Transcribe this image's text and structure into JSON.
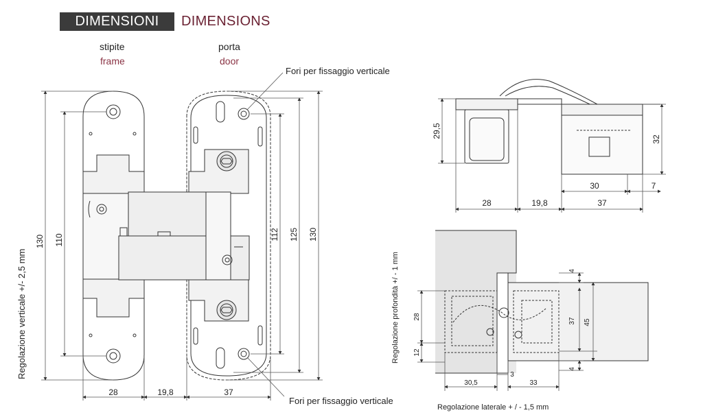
{
  "header": {
    "title_it": "DIMENSIONI",
    "title_en": "DIMENSIONS"
  },
  "columns": {
    "frame_it": "stipite",
    "frame_en": "frame",
    "door_it": "porta",
    "door_en": "door"
  },
  "callouts": {
    "top": "Fori per fissaggio verticale",
    "bottom": "Fori per fissaggio verticale"
  },
  "front_view": {
    "vertical_adjust": "Regolazione verticale +/- 2,5 mm",
    "dims": {
      "h130_left": "130",
      "h110": "110",
      "h112": "112",
      "h125": "125",
      "h130_right": "130",
      "w28": "28",
      "w19_8": "19,8",
      "w37": "37"
    }
  },
  "top_view": {
    "dims": {
      "h29_5": "29,5",
      "h32": "32",
      "w30": "30",
      "w7": "7",
      "w28": "28",
      "w19_8": "19,8",
      "w37": "37"
    }
  },
  "section_view": {
    "depth_adjust": "Regolazione profondità +/ - 1 mm",
    "lateral_adjust": "Regolazione laterale + / - 1,5 mm",
    "dims": {
      "h28": "28",
      "h12": "12",
      "h4_top": "4",
      "h37": "37",
      "h45": "45",
      "h4_bot": "4",
      "w30_5": "30,5",
      "w3": "3",
      "w33": "33"
    }
  }
}
